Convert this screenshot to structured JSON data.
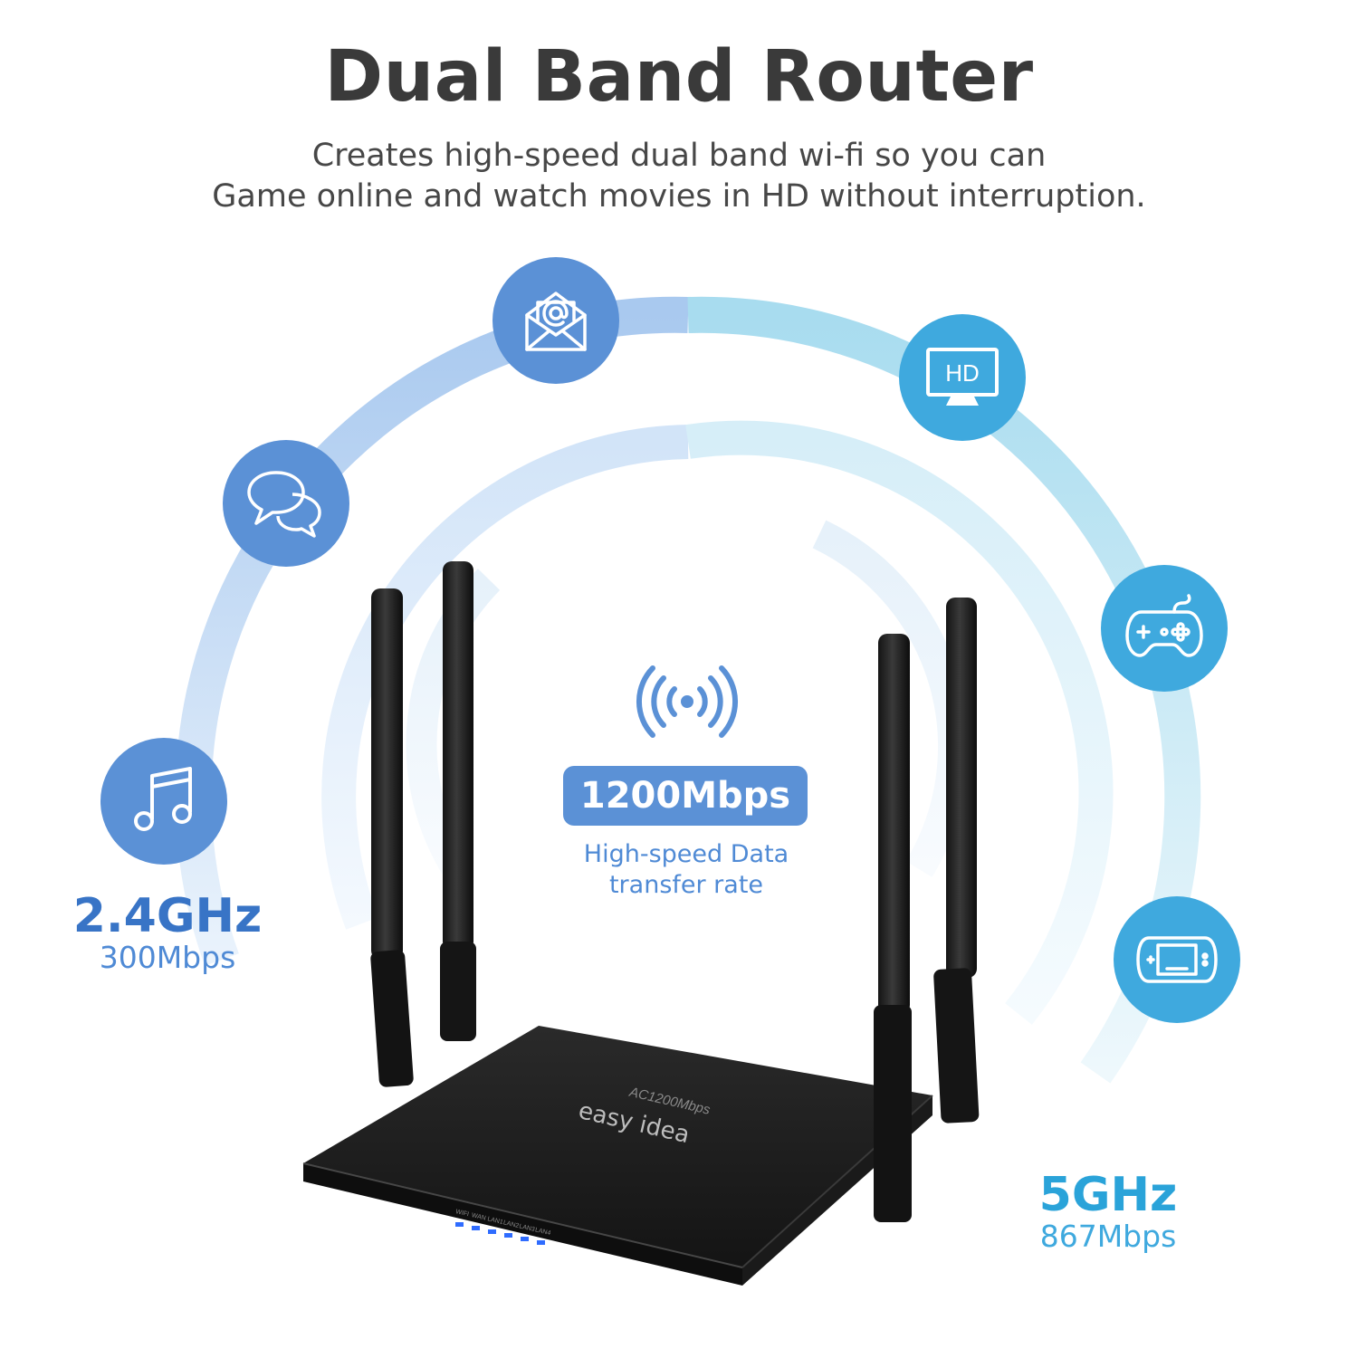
{
  "header": {
    "title": "Dual Band Router",
    "subtitle_line1": "Creates high-speed dual band wi-fi so you can",
    "subtitle_line2": "Game online and watch movies in HD without interruption."
  },
  "center": {
    "speed": "1200Mbps",
    "desc_line1": "High-speed Data",
    "desc_line2": "transfer rate"
  },
  "band_24": {
    "name": "2.4GHz",
    "speed": "300Mbps"
  },
  "band_5": {
    "name": "5GHz",
    "speed": "867Mbps"
  },
  "icons": {
    "tv_text": "HD"
  },
  "router": {
    "model_text": "AC1200Mbps",
    "brand": "easy idea",
    "ports": [
      "WIFI",
      "WAN",
      "LAN1",
      "LAN2",
      "LAN3",
      "LAN4"
    ]
  },
  "colors": {
    "title": "#3a3a3a",
    "blue_24": "#5b91d6",
    "blue_5": "#3fa9de",
    "ring_light": "#dbeaf7"
  }
}
